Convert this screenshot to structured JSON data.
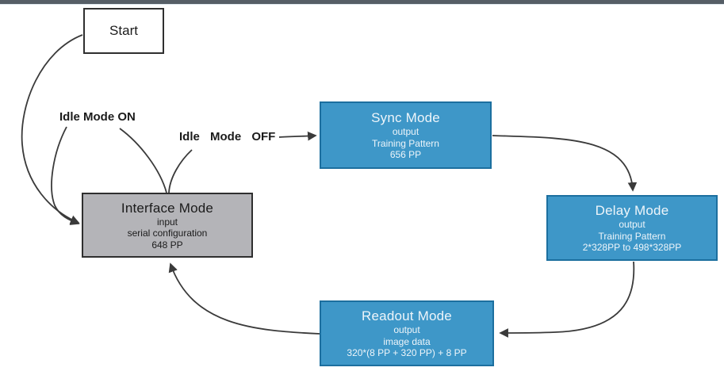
{
  "diagram": {
    "nodes": {
      "start": {
        "label": "Start"
      },
      "interface_mode": {
        "title": "Interface Mode",
        "lines": [
          "input",
          "serial configuration",
          "648 PP"
        ]
      },
      "sync_mode": {
        "title": "Sync Mode",
        "lines": [
          "output",
          "Training Pattern",
          "656 PP"
        ]
      },
      "delay_mode": {
        "title": "Delay Mode",
        "lines": [
          "output",
          "Training Pattern",
          "2*328PP to 498*328PP"
        ]
      },
      "readout_mode": {
        "title": "Readout Mode",
        "lines": [
          "output",
          "image data",
          "320*(8 PP + 320 PP) + 8 PP"
        ]
      }
    },
    "edge_labels": {
      "idle_on": "Idle Mode ON",
      "idle_off": "Idle Mode OFF"
    },
    "colors": {
      "blue_fill": "#3e97c8",
      "blue_border": "#1c6f9f",
      "gray_fill": "#b4b4b8",
      "gray_border": "#2f2f2f",
      "arrow": "#3a3a3a",
      "top_bar": "#565e66"
    }
  }
}
